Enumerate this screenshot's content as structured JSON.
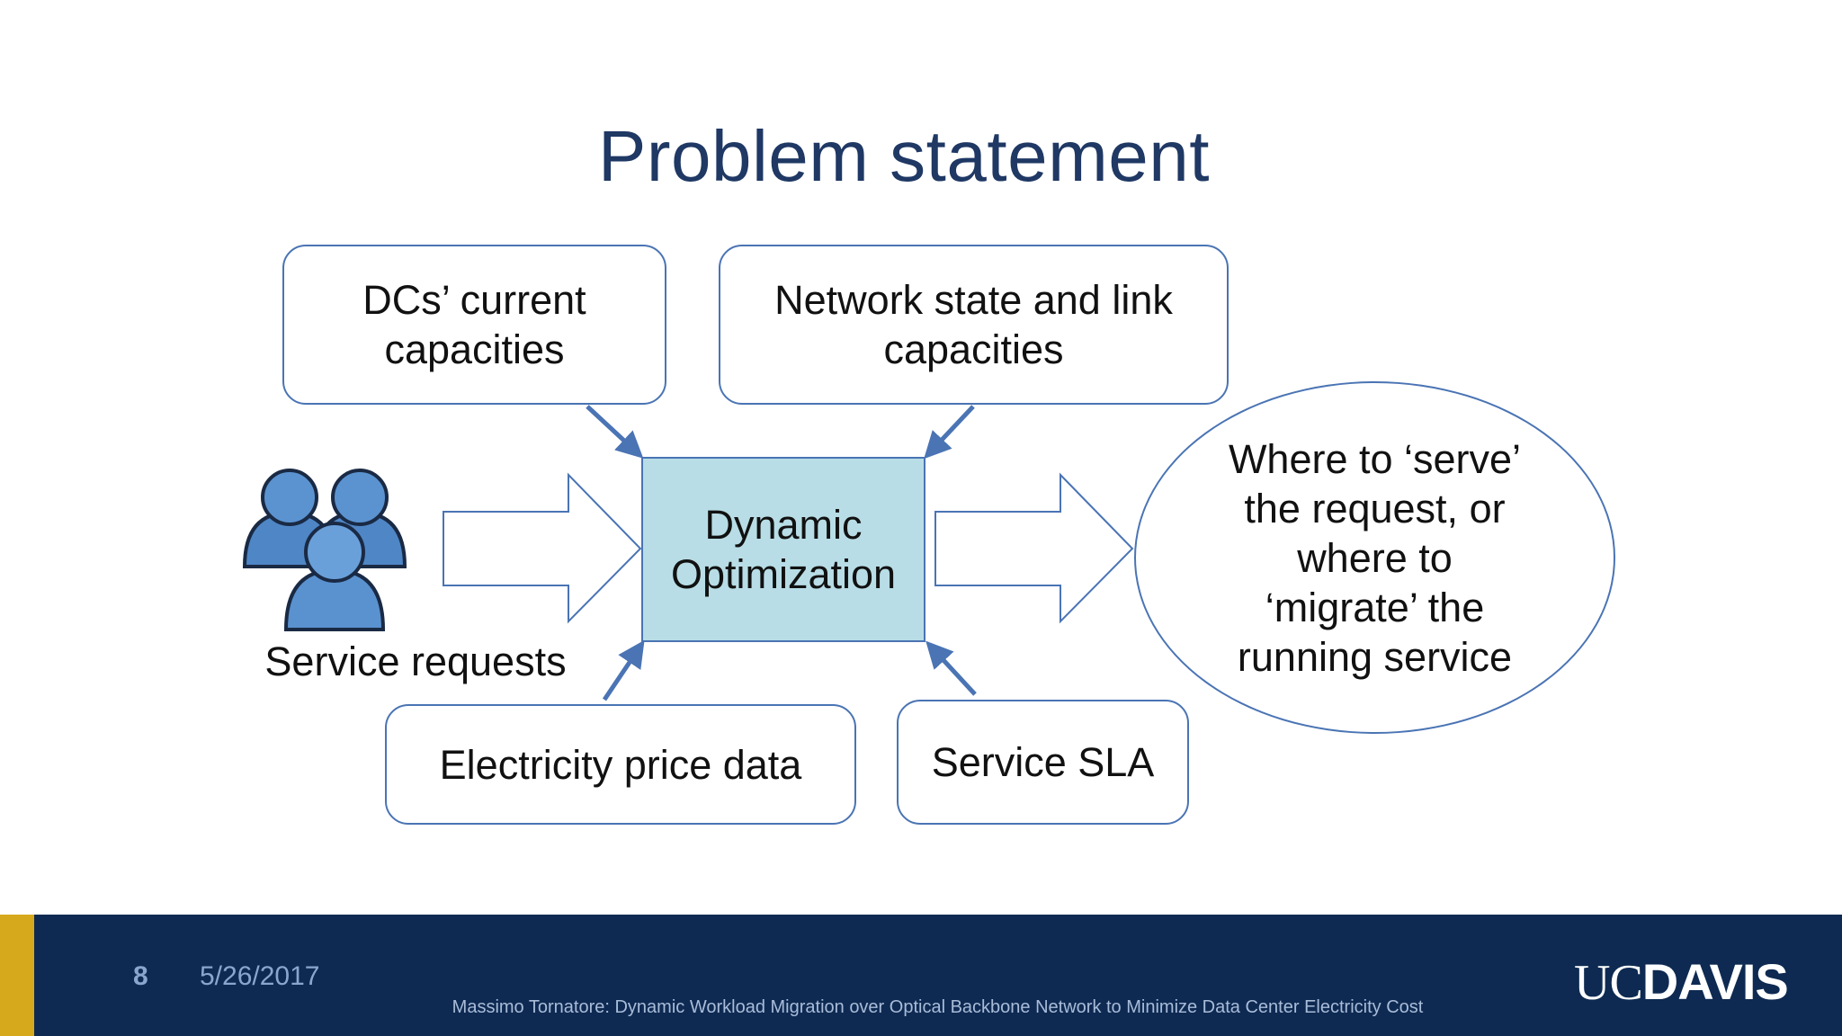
{
  "slide": {
    "title": "Problem statement"
  },
  "diagram": {
    "top_left_box": "DCs’ current capacities",
    "top_right_box": "Network state and link capacities",
    "center_box": "Dynamic Optimization",
    "bottom_left_box": "Electricity price data",
    "bottom_right_box": "Service SLA",
    "output_ellipse": "Where to ‘serve’ the request, or where to ‘migrate’ the running service",
    "input_label": "Service requests",
    "input_icon": "users-group-icon"
  },
  "footer": {
    "page_number": "8",
    "date": "5/26/2017",
    "footnote": "Massimo Tornatore: Dynamic Workload Migration over Optical Backbone Network to Minimize Data Center Electricity Cost",
    "logo_uc": "UC",
    "logo_davis": "DAVIS"
  },
  "colors": {
    "title": "#1f3864",
    "box_border": "#4a74b4",
    "center_fill": "#b8dde6",
    "footer_bg": "#0e2a52",
    "footer_accent": "#d6a91c"
  }
}
